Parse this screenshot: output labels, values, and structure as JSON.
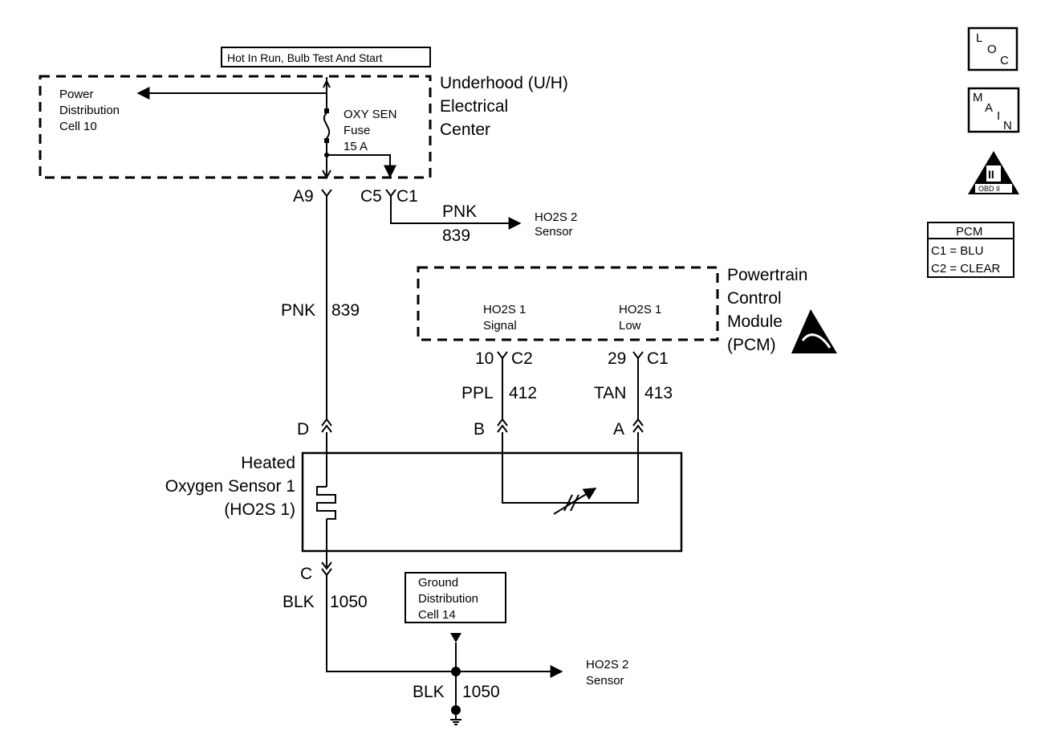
{
  "hot_label": "Hot In Run, Bulb Test And Start",
  "uh_center": {
    "line1": "Underhood (U/H)",
    "line2": "Electrical",
    "line3": "Center",
    "pdc_line1": "Power",
    "pdc_line2": "Distribution",
    "pdc_line3": "Cell 10",
    "fuse_line1": "OXY SEN",
    "fuse_line2": "Fuse",
    "fuse_line3": "15 A",
    "pin_a9": "A9",
    "pin_c5": "C5",
    "pin_c1": "C1"
  },
  "branch_wire": {
    "color": "PNK",
    "number": "839",
    "dest_line1": "HO2S 2",
    "dest_line2": "Sensor"
  },
  "main_wire": {
    "color": "PNK",
    "number": "839"
  },
  "pcm": {
    "line1": "Powertrain",
    "line2": "Control",
    "line3": "Module",
    "line4": "(PCM)",
    "sig_line1": "HO2S 1",
    "sig_line2": "Signal",
    "low_line1": "HO2S 1",
    "low_line2": "Low",
    "pin_10": "10",
    "conn_c2": "C2",
    "pin_29": "29",
    "conn_c1": "C1"
  },
  "sig_wire": {
    "color": "PPL",
    "number": "412"
  },
  "low_wire": {
    "color": "TAN",
    "number": "413"
  },
  "sensor": {
    "line1": "Heated",
    "line2": "Oxygen Sensor 1",
    "line3": "(HO2S 1)",
    "pin_d": "D",
    "pin_b": "B",
    "pin_a": "A",
    "pin_c": "C"
  },
  "ground_wire": {
    "color": "BLK",
    "number": "1050"
  },
  "ground_dist": {
    "line1": "Ground",
    "line2": "Distribution",
    "line3": "Cell 14"
  },
  "ground_branch": {
    "dest_line1": "HO2S 2",
    "dest_line2": "Sensor"
  },
  "ground_wire2": {
    "color": "BLK",
    "number": "1050"
  },
  "side_icons": {
    "loc_l": "L",
    "loc_o": "O",
    "loc_c": "C",
    "main_m": "M",
    "main_a": "A",
    "main_i": "I",
    "main_n": "N",
    "obd_roman": "II",
    "obd_text": "OBD II"
  },
  "pcm_legend": {
    "title": "PCM",
    "row1": "C1 = BLU",
    "row2": "C2 = CLEAR"
  }
}
